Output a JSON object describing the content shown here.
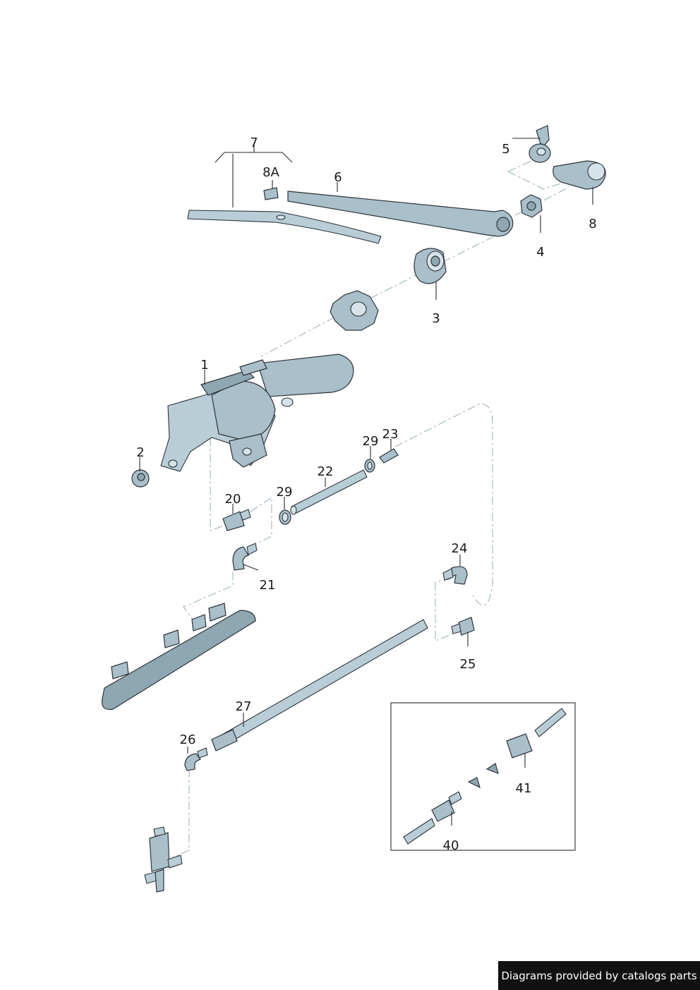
{
  "labels": {
    "l1": "1",
    "l2": "2",
    "l3": "3",
    "l4": "4",
    "l5": "5",
    "l6": "6",
    "l7": "7",
    "l8": "8",
    "l8a": "8A",
    "l20": "20",
    "l21": "21",
    "l22": "22",
    "l23": "23",
    "l24": "24",
    "l25": "25",
    "l26": "26",
    "l27": "27",
    "l29a": "29",
    "l29b": "29",
    "l40": "40",
    "l41": "41"
  },
  "footer": {
    "text": "Diagrams provided by catalogs parts"
  },
  "colors": {
    "part": "#a9bfc9",
    "outline": "#2c3338",
    "dash": "#9fb3bd",
    "footer_bg": "#111111"
  }
}
